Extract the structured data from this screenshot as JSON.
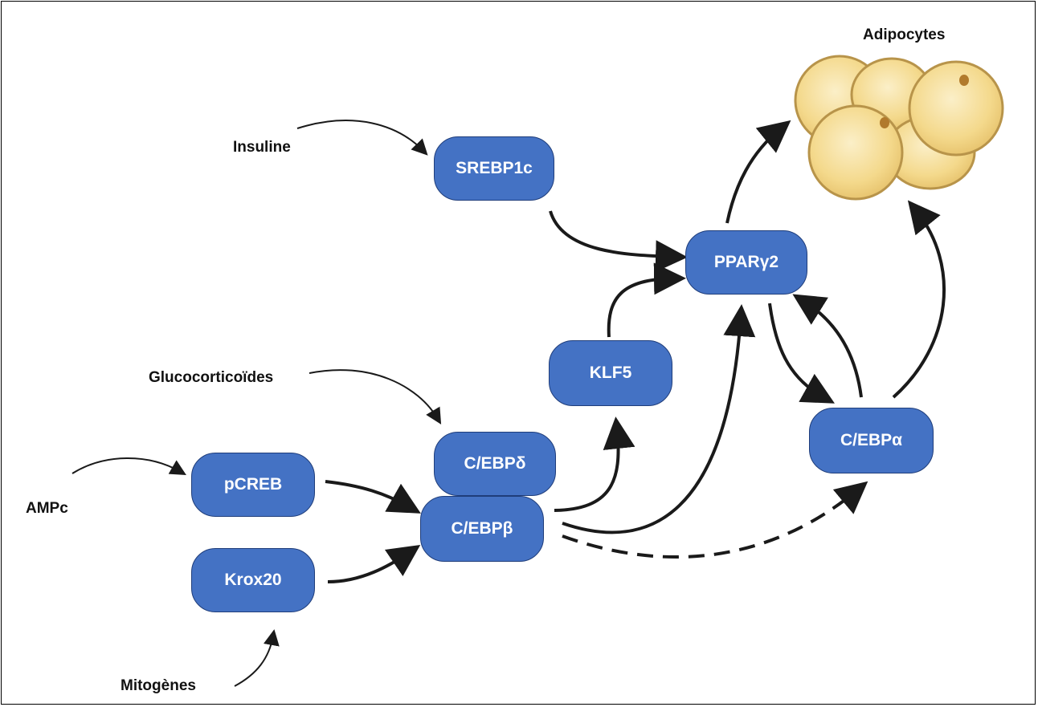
{
  "nodes": {
    "srebp1c": "SREBP1c",
    "ppar": "PPARγ2",
    "klf5": "KLF5",
    "cebpd": "C/EBPδ",
    "cebpb": "C/EBPβ",
    "cebpa": "C/EBPα",
    "pcreb": "pCREB",
    "krox20": "Krox20"
  },
  "inputs": {
    "insuline": "Insuline",
    "glucocorticoides": "Glucocorticoïdes",
    "ampc": "AMPc",
    "mitogenes": "Mitogènes"
  },
  "output": {
    "adipocytes": "Adipocytes"
  },
  "colors": {
    "node_fill": "#4472c4",
    "node_border": "#1f3d7a",
    "arrow": "#1a1a1a",
    "cell_fill": "#f4d98c",
    "cell_border": "#b8944a"
  }
}
